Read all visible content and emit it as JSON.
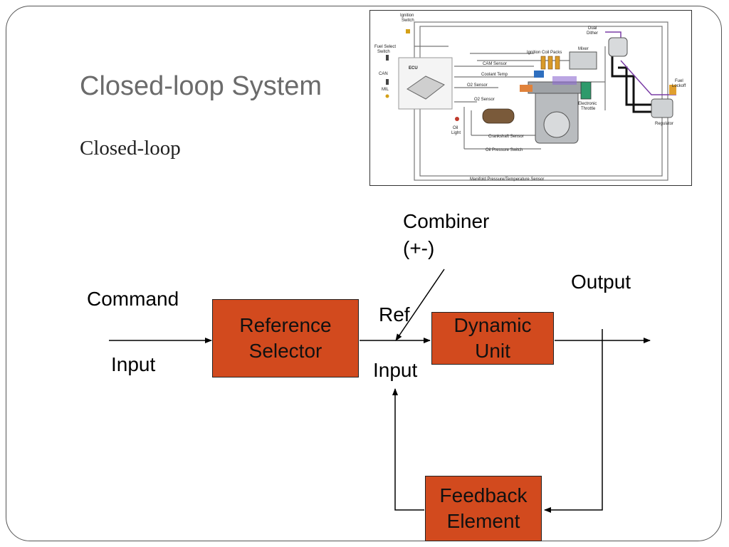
{
  "slide": {
    "title": "Closed-loop System",
    "subtitle": "Closed-loop"
  },
  "engine_diagram": {
    "labels": {
      "ignition_switch": "Ignition\nSwitch",
      "fuel_select": "Fuel Select\nSwitch",
      "can": "CAN",
      "mil": "MIL",
      "ecu": "ECU",
      "cam_sensor": "CAM Sensor",
      "coolant_temp": "Coolant Temp",
      "o2_sensor_1": "O2 Sensor",
      "o2_sensor_2": "O2 Sensor",
      "oil_light": "Oil\nLight",
      "crankshaft_sensor": "Crankshaft Sensor",
      "oil_pressure_switch": "Oil Pressure Switch",
      "manifold": "Manifold Pressure/Temperature Sensor",
      "ignition_coil_packs": "Ignition Coil Packs",
      "mixer": "Mixer",
      "dual_dither": "Dual\nDither",
      "fuel_lockoff": "Fuel\nLockoff",
      "electronic_throttle": "Electronic\nThrottle",
      "regulator": "Regulator"
    }
  },
  "block_diagram": {
    "command": "Command",
    "input_left": "Input",
    "reference_selector": "Reference\nSelector",
    "combiner": "Combiner\n(+-)",
    "ref": "Ref",
    "input_mid": "Input",
    "dynamic_unit": "Dynamic\nUnit",
    "output": "Output",
    "feedback_element": "Feedback\nElement"
  }
}
